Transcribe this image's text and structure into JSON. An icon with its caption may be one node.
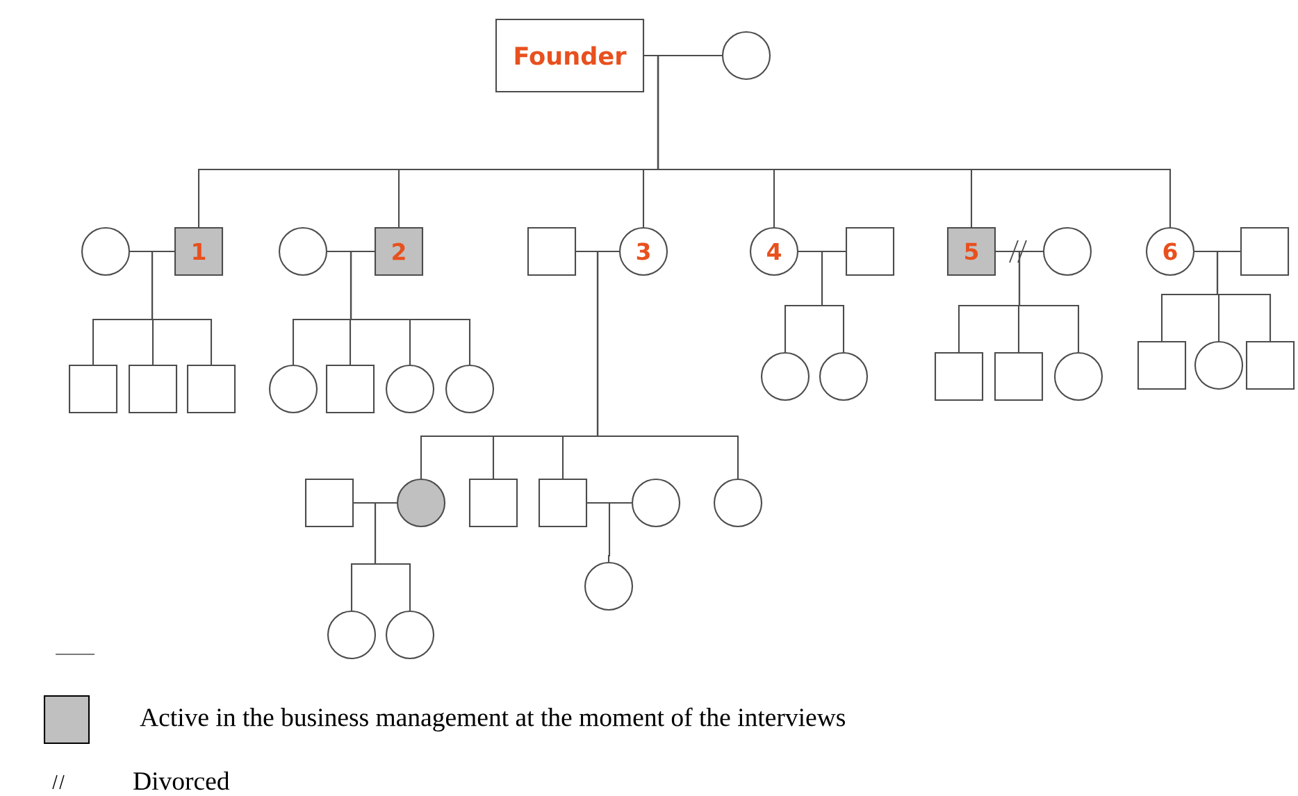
{
  "diagram": {
    "nodes": [
      {
        "text": [
          "Founder"
        ]
      },
      {
        "text": [],
        "shape": "circle"
      },
      {
        "text": [],
        "shape": "circle"
      },
      {
        "text": [
          "1"
        ]
      },
      {
        "text": [],
        "shape": "circle"
      },
      {
        "text": [
          "2"
        ]
      },
      {
        "text": [],
        "shape": "box"
      },
      {
        "text": [
          "3"
        ]
      },
      {
        "text": [
          "4"
        ]
      },
      {
        "text": [],
        "shape": "box"
      },
      {
        "text": [
          "5"
        ]
      },
      {
        "text": [],
        "shape": "circle"
      },
      {
        "text": [
          "6"
        ]
      },
      {
        "text": [],
        "shape": "box"
      },
      {
        "text": [],
        "shape": "box"
      },
      {
        "text": [],
        "shape": "box"
      },
      {
        "text": [],
        "shape": "box"
      },
      {
        "text": [],
        "shape": "circle"
      },
      {
        "text": [],
        "shape": "box"
      },
      {
        "text": [],
        "shape": "circle"
      },
      {
        "text": [],
        "shape": "circle"
      },
      {
        "text": [],
        "shape": "circle"
      },
      {
        "text": [],
        "shape": "circle"
      },
      {
        "text": [],
        "shape": "box"
      },
      {
        "text": [],
        "shape": "box"
      },
      {
        "text": [],
        "shape": "circle"
      },
      {
        "text": [],
        "shape": "box"
      },
      {
        "text": [],
        "shape": "circle"
      },
      {
        "text": [],
        "shape": "box"
      },
      {
        "text": [],
        "shape": "box"
      },
      {
        "text": [],
        "shape": "circle"
      },
      {
        "text": [],
        "shape": "box"
      },
      {
        "text": [],
        "shape": "box"
      },
      {
        "text": [],
        "shape": "circle"
      },
      {
        "text": [],
        "shape": "circle"
      },
      {
        "text": [],
        "shape": "circle"
      },
      {
        "text": [],
        "shape": "circle"
      },
      {
        "text": [],
        "shape": "circle"
      }
    ],
    "edges": [
      {
        "from": 0,
        "to": 1,
        "arrow": "none"
      },
      {
        "from": 2,
        "to": 3,
        "arrow": "none"
      },
      {
        "from": 4,
        "to": 5,
        "arrow": "none"
      },
      {
        "from": 6,
        "to": 7,
        "arrow": "none"
      },
      {
        "from": 8,
        "to": 9,
        "arrow": "none"
      },
      {
        "from": 10,
        "to": 11,
        "arrow": "none"
      },
      {
        "from": 12,
        "to": 13,
        "arrow": "none"
      },
      {
        "from": 29,
        "to": 30,
        "arrow": "none"
      },
      {
        "from": 32,
        "to": 33,
        "arrow": "none"
      },
      {
        "from": 0,
        "to": 3,
        "arrow": "none"
      },
      {
        "from": 0,
        "to": 5,
        "arrow": "none"
      },
      {
        "from": 0,
        "to": 7,
        "arrow": "none"
      },
      {
        "from": 0,
        "to": 8,
        "arrow": "none"
      },
      {
        "from": 0,
        "to": 10,
        "arrow": "none"
      },
      {
        "from": 0,
        "to": 12,
        "arrow": "none"
      },
      {
        "from": 3,
        "to": 14,
        "arrow": "none"
      },
      {
        "from": 3,
        "to": 15,
        "arrow": "none"
      },
      {
        "from": 3,
        "to": 16,
        "arrow": "none"
      },
      {
        "from": 5,
        "to": 17,
        "arrow": "none"
      },
      {
        "from": 5,
        "to": 18,
        "arrow": "none"
      },
      {
        "from": 5,
        "to": 19,
        "arrow": "none"
      },
      {
        "from": 5,
        "to": 20,
        "arrow": "none"
      },
      {
        "from": 7,
        "to": 30,
        "arrow": "none"
      },
      {
        "from": 7,
        "to": 31,
        "arrow": "none"
      },
      {
        "from": 7,
        "to": 32,
        "arrow": "none"
      },
      {
        "from": 7,
        "to": 34,
        "arrow": "none"
      },
      {
        "from": 8,
        "to": 21,
        "arrow": "none"
      },
      {
        "from": 8,
        "to": 22,
        "arrow": "none"
      },
      {
        "from": 10,
        "to": 23,
        "arrow": "none"
      },
      {
        "from": 10,
        "to": 24,
        "arrow": "none"
      },
      {
        "from": 10,
        "to": 25,
        "arrow": "none"
      },
      {
        "from": 12,
        "to": 26,
        "arrow": "none"
      },
      {
        "from": 12,
        "to": 27,
        "arrow": "none"
      },
      {
        "from": 12,
        "to": 28,
        "arrow": "none"
      },
      {
        "from": 30,
        "to": 36,
        "arrow": "none"
      },
      {
        "from": 30,
        "to": 37,
        "arrow": "none"
      },
      {
        "from": 32,
        "to": 35,
        "arrow": "none"
      }
    ],
    "legend": [
      {
        "text": "Active in the business management at the moment of the interviews",
        "color": "#c0c0c0"
      },
      {
        "text": "Divorced"
      }
    ]
  }
}
